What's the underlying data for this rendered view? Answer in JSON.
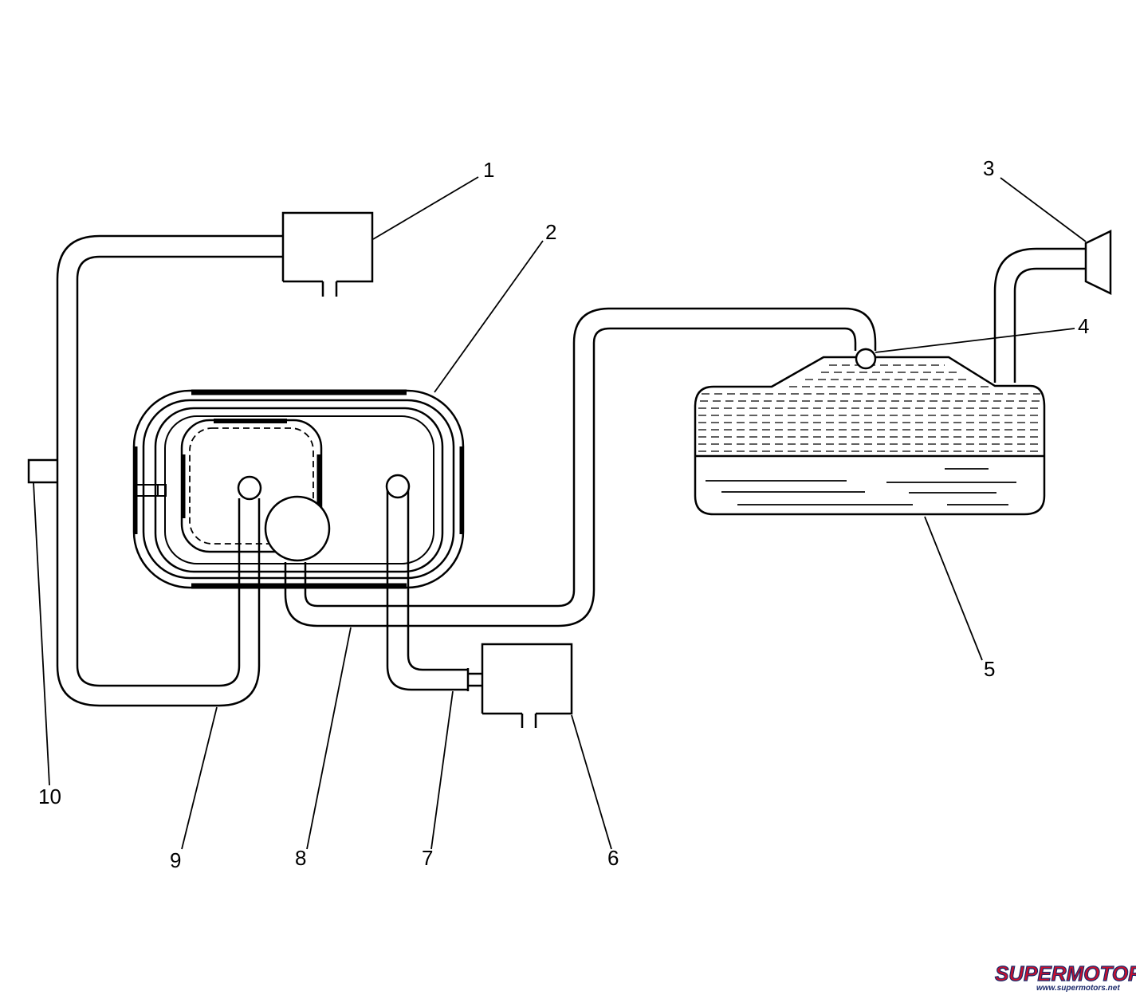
{
  "callouts": [
    {
      "id": "1",
      "label": "1"
    },
    {
      "id": "2",
      "label": "2"
    },
    {
      "id": "3",
      "label": "3"
    },
    {
      "id": "4",
      "label": "4"
    },
    {
      "id": "5",
      "label": "5"
    },
    {
      "id": "6",
      "label": "6"
    },
    {
      "id": "7",
      "label": "7"
    },
    {
      "id": "8",
      "label": "8"
    },
    {
      "id": "9",
      "label": "9"
    },
    {
      "id": "10",
      "label": "10"
    }
  ],
  "watermark": {
    "brand_part1": "SUPER",
    "brand_part2": "MOTORS",
    "url": "www.supermotors.net",
    "color_red": "#c8102e",
    "color_blue": "#1b2a6b"
  }
}
